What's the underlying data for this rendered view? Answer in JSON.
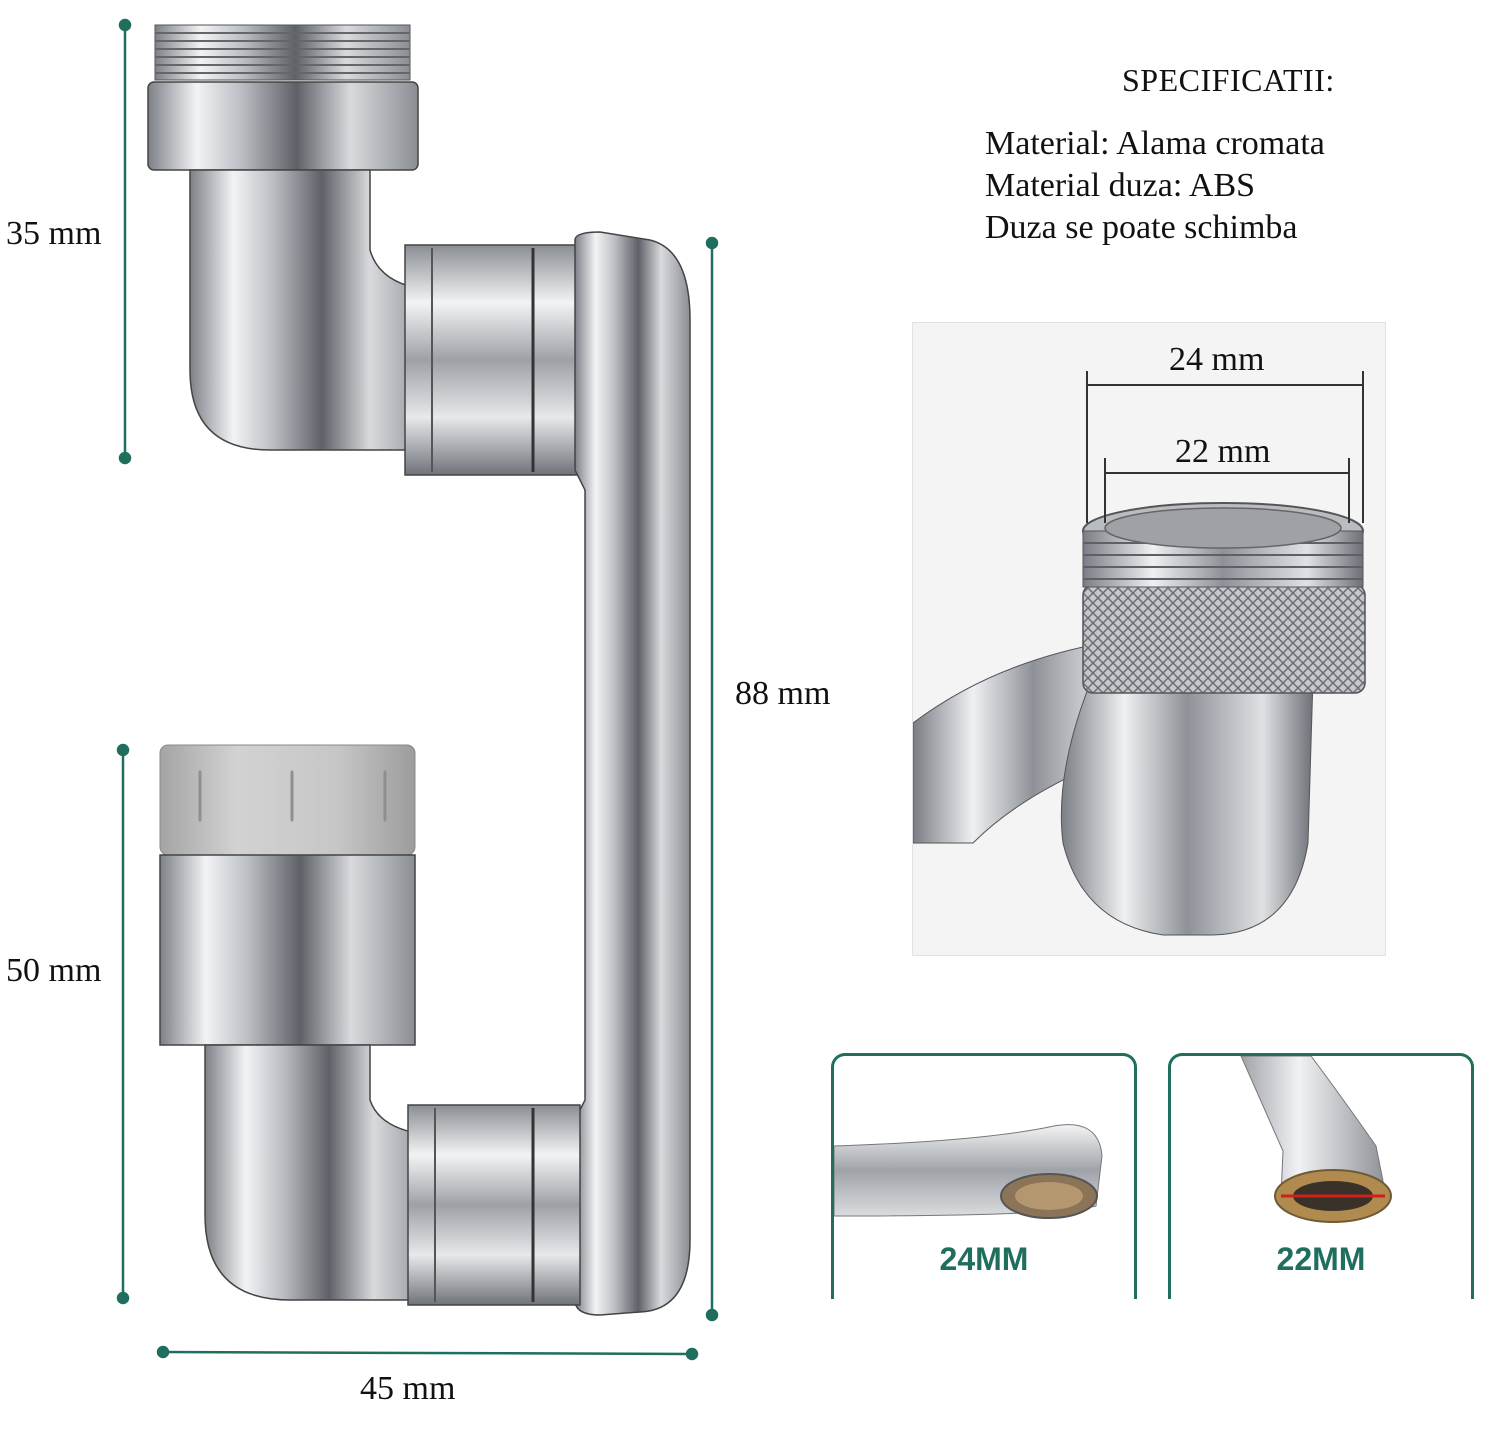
{
  "dimensions": {
    "top_height": "35 mm",
    "bottom_height": "50 mm",
    "total_height": "88 mm",
    "width": "45 mm"
  },
  "specs": {
    "title": "SPECIFICATII:",
    "lines": [
      "Material: Alama cromata",
      "Material duza: ABS",
      "Duza se poate schimba"
    ]
  },
  "detail": {
    "outer_diameter": "24 mm",
    "inner_diameter": "22 mm"
  },
  "cards": [
    {
      "label": "24MM"
    },
    {
      "label": "22MM"
    }
  ],
  "colors": {
    "dimension_line": "#1f6e5e",
    "card_border": "#1f6e5e",
    "chrome": "#c9ccd0"
  }
}
